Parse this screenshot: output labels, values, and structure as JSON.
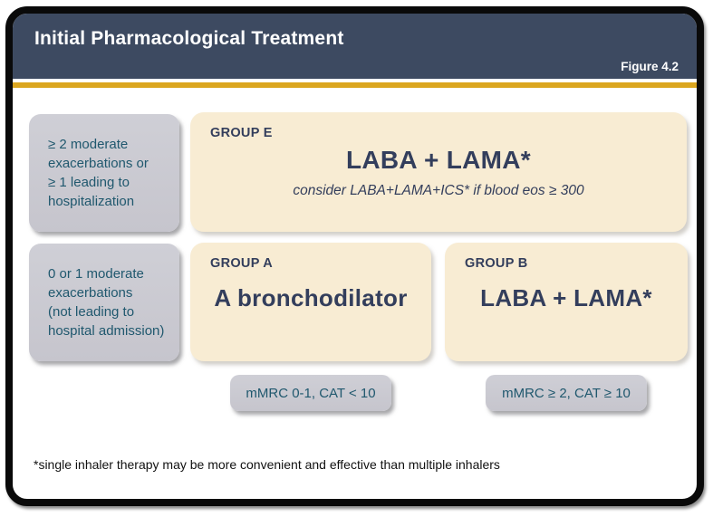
{
  "header": {
    "title": "Initial Pharmacological Treatment",
    "figure_label": "Figure 4.2"
  },
  "colors": {
    "header_bg": "#3D4A61",
    "accent_line": "#DBA61F",
    "criteria_box_bg": "#C8C7CE",
    "criteria_text": "#20586E",
    "group_box_bg": "#F8ECD3",
    "group_text": "#333E5C",
    "frame_border": "#0A0A0A"
  },
  "criteria_boxes": [
    {
      "text": "≥ 2 moderate\nexacerbations or\n≥ 1 leading to\nhospitalization"
    },
    {
      "text": "0 or 1 moderate\nexacerbations\n(not leading to\nhospital admission)"
    }
  ],
  "group_boxes": [
    {
      "label": "GROUP E",
      "treatment": "LABA + LAMA*",
      "note": "consider LABA+LAMA+ICS* if blood eos ≥ 300"
    },
    {
      "label": "GROUP A",
      "treatment": "A bronchodilator"
    },
    {
      "label": "GROUP B",
      "treatment": "LABA + LAMA*"
    }
  ],
  "assessment_pills": [
    {
      "text": "mMRC 0-1, CAT < 10"
    },
    {
      "text": "mMRC ≥ 2, CAT ≥ 10"
    }
  ],
  "footnote": "*single inhaler therapy may be more convenient and effective than multiple inhalers"
}
